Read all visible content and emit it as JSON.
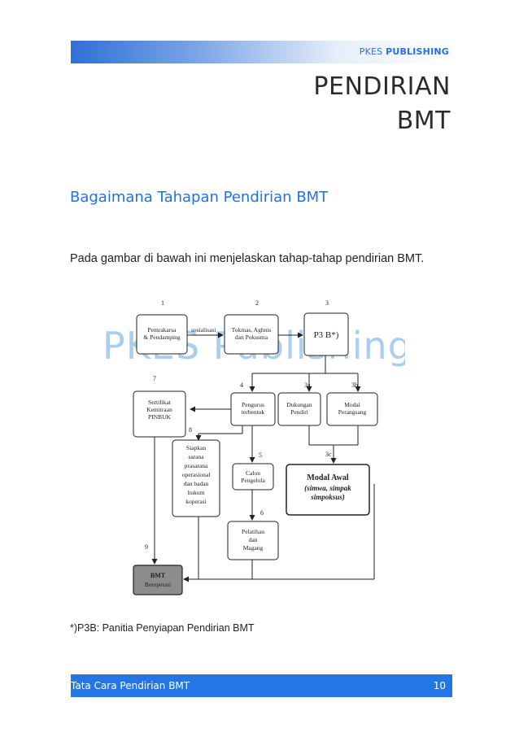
{
  "header": {
    "brand_prefix": "PKES",
    "brand_bold": "PUBLISHING",
    "chapter_line1": "PENDIRIAN",
    "chapter_line2": "BMT"
  },
  "section": {
    "title": "Bagaimana Tahapan Pendirian BMT",
    "body": "Pada gambar di bawah ini menjelaskan tahap-tahap pendirian BMT."
  },
  "watermark": "PKES Publishing",
  "diagram": {
    "step_numbers": {
      "n1": "1",
      "n2": "2",
      "n3": "3",
      "n4": "4",
      "n3a": "3a",
      "n3b": "3b",
      "n3c": "3c",
      "n5": "5",
      "n6": "6",
      "n7": "7",
      "n8": "8",
      "n9": "9"
    },
    "edge_label_sosialisasi": "sosialisasi",
    "boxes": {
      "pemrakarsa": [
        "Pemrakarsa",
        "& Pendamping"
      ],
      "tokmas": [
        "Tokmas, Aghnis",
        "dan Pokusma"
      ],
      "p3b": "P3 B*)",
      "sertifikat": [
        "Sertifikat",
        "Kemitraan",
        "PINBUK"
      ],
      "pengurus": [
        "Pengurus",
        "terbentuk"
      ],
      "dukungan": [
        "Dukungan",
        "Pendiri"
      ],
      "modal_perangsang": [
        "Modal",
        "Perangsang"
      ],
      "siapkan": [
        "Siapkan",
        "sarana",
        "prasarana",
        "operasional",
        "dan badan",
        "hukum",
        "koperasi"
      ],
      "calon": [
        "Calon",
        "Pengelola"
      ],
      "modal_awal_title": "Modal Awal",
      "modal_awal_sub": [
        "(simwa, simpak",
        "simpoksus)"
      ],
      "pelatihan": [
        "Pelatihan",
        "dan",
        "Magang"
      ],
      "bmt_title": "BMT",
      "bmt_sub": "Beroperasi"
    }
  },
  "footnote": "*)P3B: Panitia Penyiapan Pendirian BMT",
  "footer": {
    "left": "Tata Cara Pendirian BMT",
    "page": "10"
  }
}
